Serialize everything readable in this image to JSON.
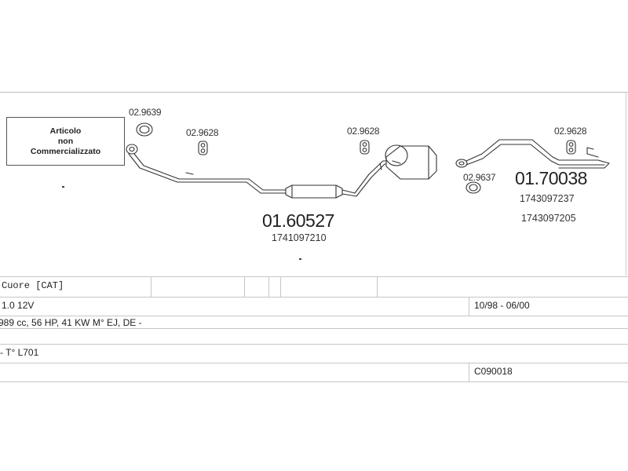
{
  "notice": {
    "line1": "Articolo",
    "line2": "non",
    "line3": "Commercializzato"
  },
  "clamps": {
    "c1": "02.9639",
    "c2": "02.9628",
    "c3": "02.9628",
    "c4": "02.9628",
    "c5": "02.9637"
  },
  "parts": {
    "front_pipe": {
      "number": "01.60527",
      "oem": "1741097210"
    },
    "rear_pipe": {
      "number": "01.70038",
      "oem_1": "1743097237",
      "oem_2": "1743097205"
    }
  },
  "vehicle": {
    "model": "Cuore [CAT]",
    "engine": "1.0 12V",
    "years": "10/98 - 06/00",
    "specs": "989 cc, 56 HP, 41 KW M° EJ, DE -",
    "type": "- T° L701",
    "code": "C090018"
  },
  "colors": {
    "line": "#333333",
    "grid": "#c6c6c6"
  }
}
